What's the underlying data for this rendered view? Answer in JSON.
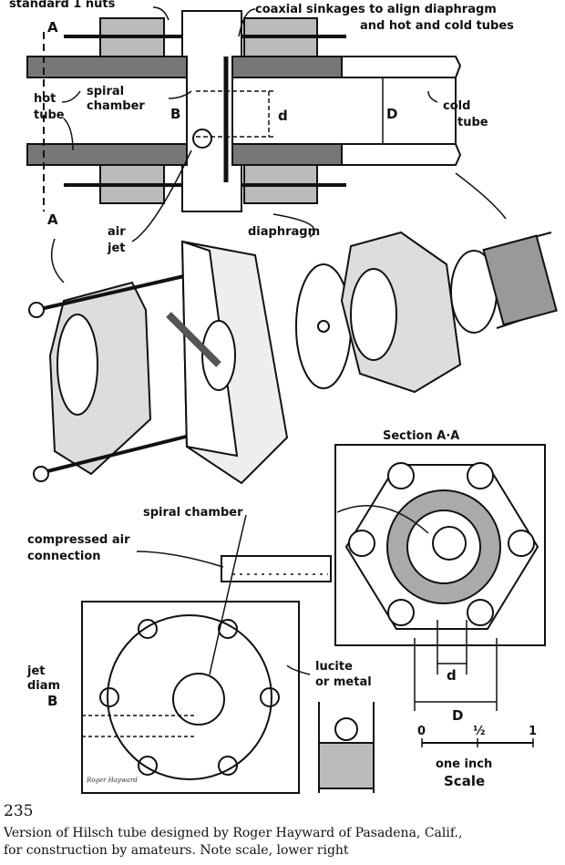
{
  "labels": {
    "standard_nuts": "standard 1 nuts",
    "coaxial_1": "coaxial sinkages to align diaphragm",
    "coaxial_2": "and hot and cold tubes",
    "hot_1": "hot",
    "hot_2": "tube",
    "cold_1": "cold",
    "cold_2": "tube",
    "spiral_chamber_top_1": "spiral",
    "spiral_chamber_top_2": "chamber",
    "section_mark": "A",
    "b_mark": "B",
    "small_d": "d",
    "big_D": "D",
    "air_jet_1": "air",
    "air_jet_2": "jet",
    "diaphragm": "diaphragm",
    "section_title": "Section A·A",
    "spiral_chamber_mid": "spiral chamber",
    "compressed_1": "compressed air",
    "compressed_2": "connection",
    "jet_diam_1": "jet",
    "jet_diam_2": "diam",
    "lucite_1": "lucite",
    "lucite_2": "or metal",
    "scale_0": "0",
    "scale_half": "½",
    "scale_1": "1",
    "one_inch": "one inch",
    "scale": "Scale",
    "signature": "Roger Hayward"
  },
  "caption": {
    "figure_number": "235",
    "line1": "Version of Hilsch tube designed by Roger Hayward of Pasadena, Calif.,",
    "line2": "for construction by amateurs. Note scale, lower right"
  }
}
